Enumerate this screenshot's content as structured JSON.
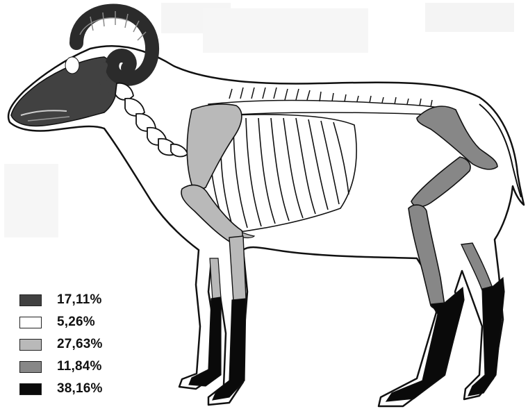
{
  "legend": {
    "items": [
      {
        "label": "17,11%",
        "color": "#414141"
      },
      {
        "label": "5,26%",
        "color": "#ffffff"
      },
      {
        "label": "27,63%",
        "color": "#b9b9b9"
      },
      {
        "label": "11,84%",
        "color": "#878787"
      },
      {
        "label": "38,16%",
        "color": "#0a0a0a"
      }
    ]
  }
}
